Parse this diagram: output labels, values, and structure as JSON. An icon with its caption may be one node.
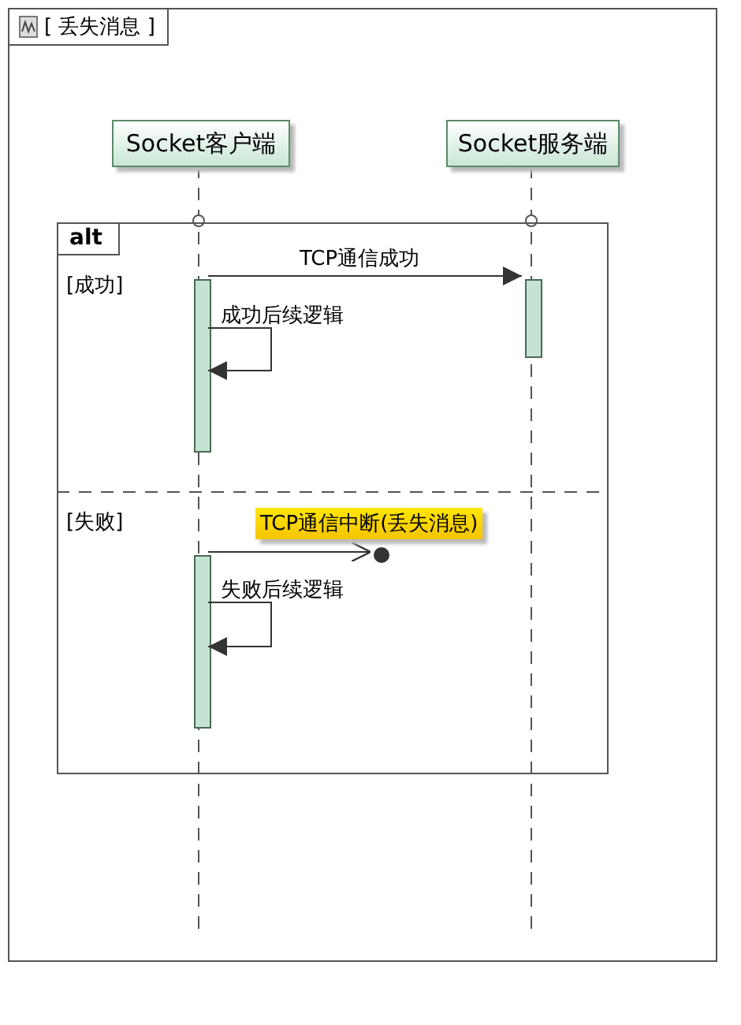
{
  "diagram": {
    "nodes": [
      {
        "text": [
          "[ 丢失消息 ]"
        ]
      },
      {
        "text": [
          "Socket客户端"
        ],
        "in": 0
      },
      {
        "text": [
          "Socket服务端"
        ],
        "in": 0
      },
      {
        "text": [
          "alt"
        ],
        "in": 0
      },
      {
        "text": [],
        "shape": "bar",
        "in": 3
      },
      {
        "text": [],
        "shape": "bar",
        "in": 3
      },
      {
        "text": [],
        "shape": "bar",
        "in": 3
      },
      {
        "text": [],
        "shape": "circle",
        "in": 3
      }
    ],
    "edges": [
      {
        "from": 4,
        "to": 5,
        "arrow": "to",
        "label": "TCP通信成功"
      },
      {
        "from": 4,
        "to": 4,
        "arrow": "to",
        "label": "成功后续逻辑"
      },
      {
        "from": 6,
        "to": 7,
        "arrow": "to",
        "label": "TCP通信中断(丢失消息)"
      },
      {
        "from": 6,
        "to": 6,
        "arrow": "to",
        "label": "失败后续逻辑"
      }
    ],
    "labels": [
      "[成功]",
      "[失败]"
    ]
  }
}
